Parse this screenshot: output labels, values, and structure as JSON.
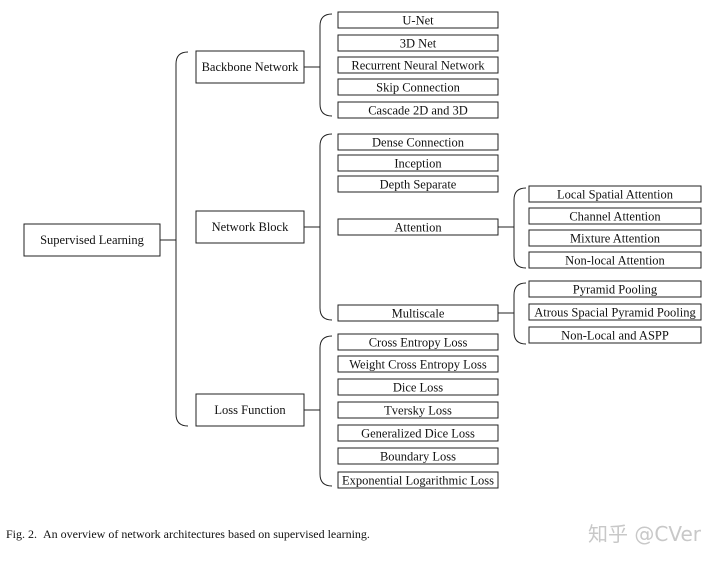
{
  "diagram": {
    "root": "Supervised Learning",
    "groups": {
      "backbone": {
        "label": "Backbone Network",
        "items": [
          "U-Net",
          "3D Net",
          "Recurrent Neural Network",
          "Skip Connection",
          "Cascade 2D and 3D"
        ]
      },
      "block": {
        "label": "Network Block",
        "items": [
          "Dense Connection",
          "Inception",
          "Depth Separate",
          "Attention",
          "Multiscale"
        ],
        "attention_items": [
          "Local Spatial Attention",
          "Channel Attention",
          "Mixture Attention",
          "Non-local Attention"
        ],
        "multiscale_items": [
          "Pyramid Pooling",
          "Atrous Spacial Pyramid Pooling",
          "Non-Local and ASPP"
        ]
      },
      "loss": {
        "label": "Loss Function",
        "items": [
          "Cross Entropy Loss",
          "Weight Cross Entropy Loss",
          "Dice Loss",
          "Tversky Loss",
          "Generalized Dice Loss",
          "Boundary Loss",
          "Exponential Logarithmic Loss"
        ]
      }
    }
  },
  "caption": {
    "figure": "Fig. 2.",
    "text": "An overview of network architectures based on supervised learning."
  },
  "watermark": "知乎 @CVer"
}
